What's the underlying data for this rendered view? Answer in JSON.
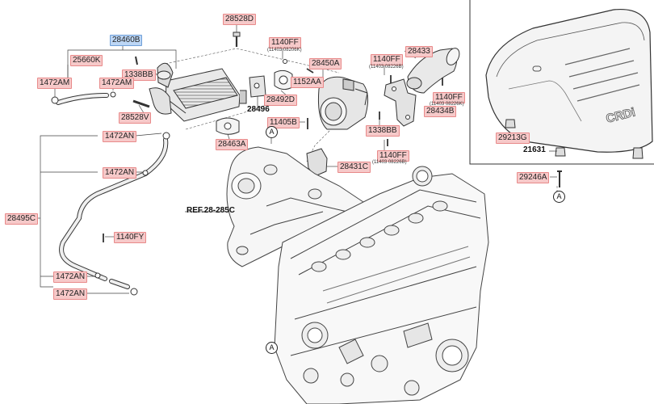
{
  "parts": {
    "p28460B": "28460B",
    "p25660K": "25660K",
    "p1338BB_a": "1338BB",
    "p1472AM_a": "1472AM",
    "p1472AM_b": "1472AM",
    "p28528V": "28528V",
    "p28528D": "28528D",
    "p1140FF_a": "1140FF",
    "p1140FF_a_sub": "(11403 08206K)",
    "p28450A": "28450A",
    "p1140FF_b": "1140FF",
    "p1140FF_b_sub": "(11403 08226B)",
    "p28433": "28433",
    "p1152AA": "1152AA",
    "p28492D": "28492D",
    "p28496": "28496",
    "p1140FF_c": "1140FF",
    "p1140FF_c_sub": "(11403 08226K)",
    "p28434B": "28434B",
    "p11405B": "11405B",
    "p1338BB_b": "1338BB",
    "p28463A": "28463A",
    "p1472AN_a": "1472AN",
    "p1472AN_b": "1472AN",
    "p28431C": "28431C",
    "p1140FF_d": "1140FF",
    "p1140FF_d_sub": "(11403 08226B)",
    "p28495C": "28495C",
    "pREF": "REF.28-285C",
    "p1140FY": "1140FY",
    "p1472AN_c": "1472AN",
    "p1472AN_d": "1472AN",
    "p29213G": "29213G",
    "p21631": "21631",
    "p29246A": "29246A",
    "circle_a": "A"
  },
  "cover_brand": "CRDi",
  "colors": {
    "label_fill": "#f6c9c9",
    "label_border": "#e88a8a",
    "selected_fill": "#bcd6f5",
    "line": "#444444"
  }
}
